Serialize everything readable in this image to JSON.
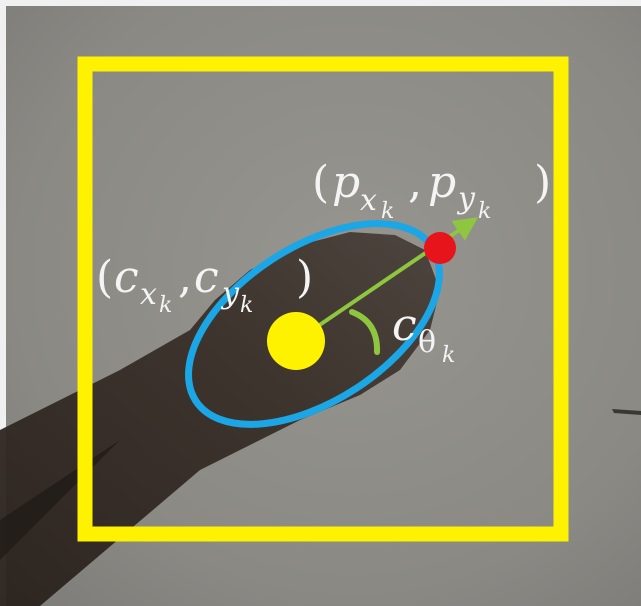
{
  "image": {
    "description_free_labels": true
  },
  "labels": {
    "center": {
      "open": "(",
      "c1": "c",
      "x": "x",
      "k1": "k",
      "comma": ",",
      "c2": "c",
      "y": "y",
      "k2": "k",
      "close": ")"
    },
    "point": {
      "open": "(",
      "p1": "p",
      "x": "x",
      "k1": "k",
      "comma": ",",
      "p2": "p",
      "y": "y",
      "k2": "k",
      "close": ")"
    },
    "angle": {
      "c": "c",
      "theta": "θ",
      "k": "k"
    }
  },
  "colors": {
    "background": "#8b8a87",
    "box": "#fff200",
    "ellipse": "#1ba6e6",
    "center_dot": "#fff200",
    "point_dot": "#e8141c",
    "arrow": "#8ec63f",
    "text": "#f4f4f4"
  }
}
